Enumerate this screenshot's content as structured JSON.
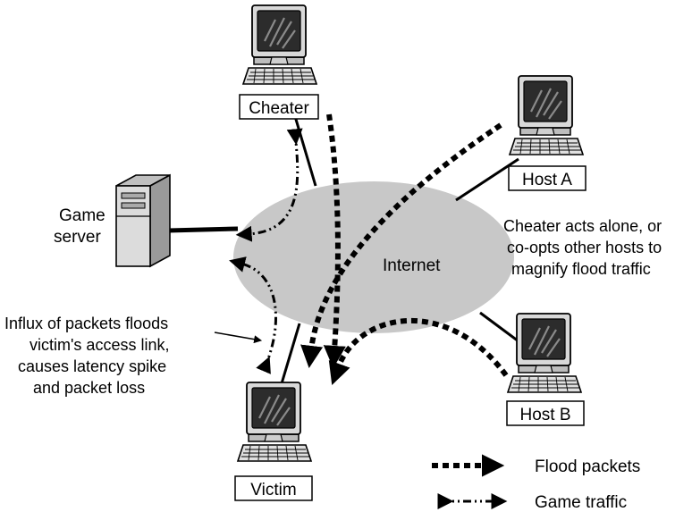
{
  "nodes": {
    "cheater": "Cheater",
    "host_a": "Host A",
    "host_b": "Host B",
    "victim": "Victim",
    "internet": "Internet",
    "game_server": [
      "Game",
      "server"
    ]
  },
  "annotations": {
    "cheater_note": [
      "Cheater acts alone, or",
      "co-opts other hosts to",
      "magnify flood traffic"
    ],
    "victim_note": [
      "Influx of packets floods",
      "victim's access link,",
      "causes latency spike",
      "and packet loss"
    ]
  },
  "legend": {
    "flood": "Flood packets",
    "game": "Game traffic"
  }
}
